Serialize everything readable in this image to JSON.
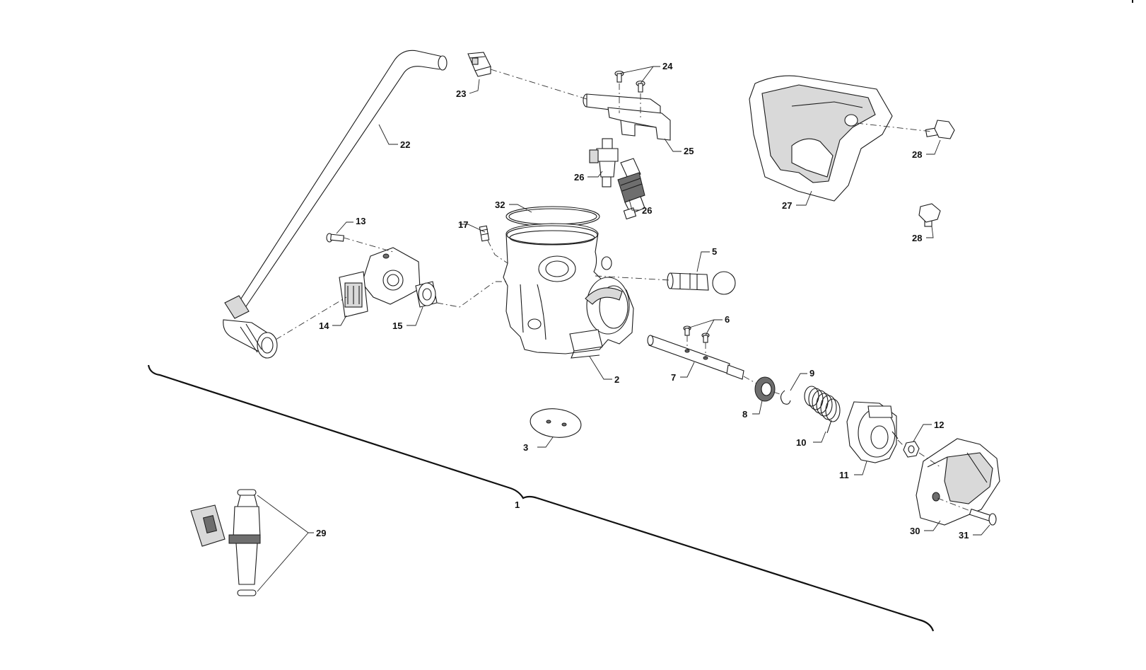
{
  "callouts": {
    "c1": "1",
    "c2": "2",
    "c3": "3",
    "c5": "5",
    "c6": "6",
    "c7": "7",
    "c8": "8",
    "c9": "9",
    "c10": "10",
    "c11": "11",
    "c12": "12",
    "c13": "13",
    "c14": "14",
    "c15": "15",
    "c17": "17",
    "c22": "22",
    "c23": "23",
    "c24": "24",
    "c25": "25",
    "c26a": "26",
    "c26b": "26",
    "c27": "27",
    "c28a": "28",
    "c28b": "28",
    "c29": "29",
    "c30": "30",
    "c31": "31",
    "c32": "32"
  },
  "colors": {
    "line": "#1a1a1a",
    "background": "#ffffff"
  }
}
